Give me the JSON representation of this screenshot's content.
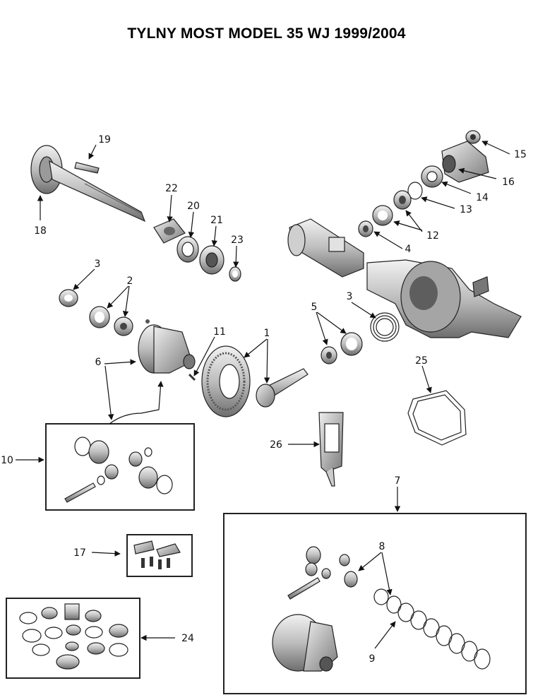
{
  "title": "TYLNY MOST MODEL 35 WJ 1999/2004",
  "callouts": {
    "c1": "1",
    "c2": "2",
    "c3a": "3",
    "c3b": "3",
    "c4": "4",
    "c5": "5",
    "c6": "6",
    "c7": "7",
    "c8": "8",
    "c9": "9",
    "c10": "10",
    "c11": "11",
    "c12": "12",
    "c13": "13",
    "c14": "14",
    "c15": "15",
    "c16": "16",
    "c17": "17",
    "c18": "18",
    "c19": "19",
    "c20": "20",
    "c21": "21",
    "c22": "22",
    "c23": "23",
    "c24": "24",
    "c25": "25",
    "c26": "26"
  },
  "colors": {
    "ink": "#222222",
    "shade": "#8a8a8a",
    "light": "#d6d6d6",
    "paper": "#ffffff"
  }
}
